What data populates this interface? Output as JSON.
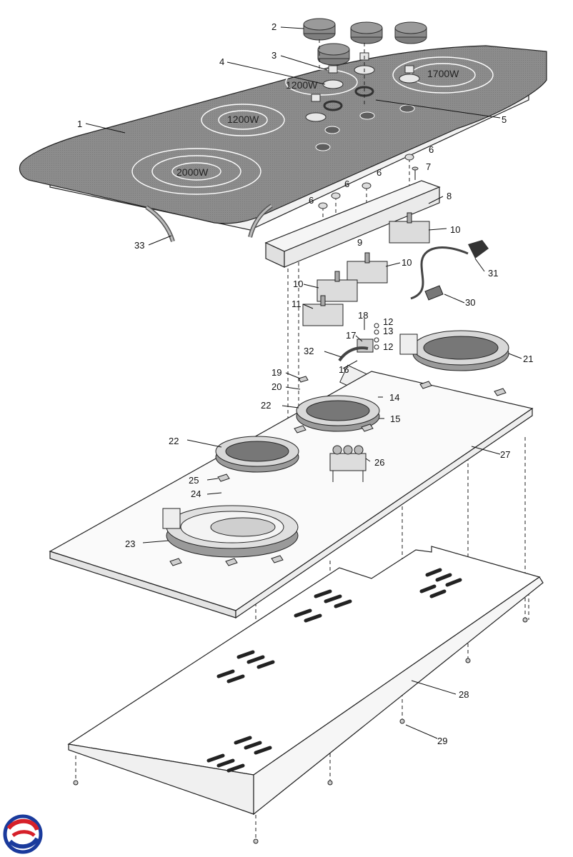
{
  "title": "",
  "burner_labels": {
    "front_left": "2000W",
    "middle": "1200W",
    "rear_middle": "1200W",
    "right": "1700W"
  },
  "parts": [
    {
      "id": "p1",
      "label": "1"
    },
    {
      "id": "p2",
      "label": "2"
    },
    {
      "id": "p3",
      "label": "3"
    },
    {
      "id": "p4",
      "label": "4"
    },
    {
      "id": "p5",
      "label": "5"
    },
    {
      "id": "p6a",
      "label": "6"
    },
    {
      "id": "p6b",
      "label": "6"
    },
    {
      "id": "p6c",
      "label": "6"
    },
    {
      "id": "p6d",
      "label": "6"
    },
    {
      "id": "p7",
      "label": "7"
    },
    {
      "id": "p8",
      "label": "8"
    },
    {
      "id": "p9",
      "label": "9"
    },
    {
      "id": "p10a",
      "label": "10"
    },
    {
      "id": "p10b",
      "label": "10"
    },
    {
      "id": "p10c",
      "label": "10"
    },
    {
      "id": "p11",
      "label": "11"
    },
    {
      "id": "p12a",
      "label": "12"
    },
    {
      "id": "p12b",
      "label": "12"
    },
    {
      "id": "p13",
      "label": "13"
    },
    {
      "id": "p14",
      "label": "14"
    },
    {
      "id": "p15",
      "label": "15"
    },
    {
      "id": "p16",
      "label": "16"
    },
    {
      "id": "p17",
      "label": "17"
    },
    {
      "id": "p18",
      "label": "18"
    },
    {
      "id": "p19",
      "label": "19"
    },
    {
      "id": "p20",
      "label": "20"
    },
    {
      "id": "p21",
      "label": "21"
    },
    {
      "id": "p22a",
      "label": "22"
    },
    {
      "id": "p22b",
      "label": "22"
    },
    {
      "id": "p23",
      "label": "23"
    },
    {
      "id": "p24",
      "label": "24"
    },
    {
      "id": "p25",
      "label": "25"
    },
    {
      "id": "p26",
      "label": "26"
    },
    {
      "id": "p27",
      "label": "27"
    },
    {
      "id": "p28",
      "label": "28"
    },
    {
      "id": "p29",
      "label": "29"
    },
    {
      "id": "p30",
      "label": "30"
    },
    {
      "id": "p31",
      "label": "31"
    },
    {
      "id": "p32",
      "label": "32"
    },
    {
      "id": "p33",
      "label": "33"
    }
  ],
  "logo": {
    "name": "brand-logo",
    "colors": [
      "#1a3a9c",
      "#d6202a"
    ]
  }
}
